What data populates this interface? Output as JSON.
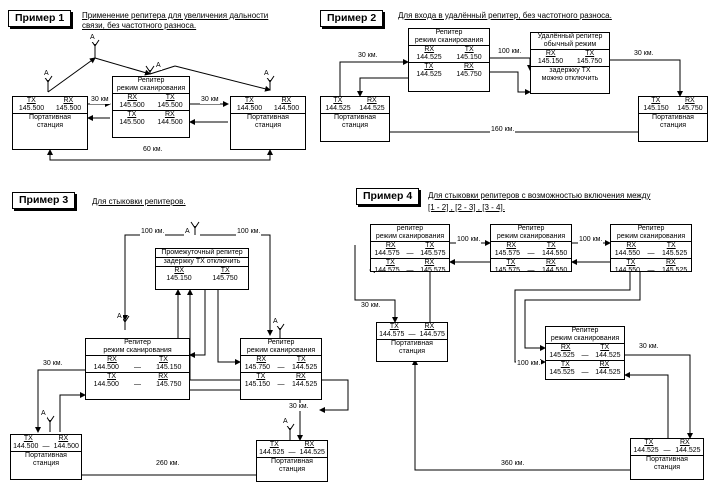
{
  "ex1": {
    "title": "Пример 1",
    "note_line1": "Применение репитера для увеличения дальности",
    "note_line2": "связи, без частотного разноса.",
    "left": {
      "tx": "TX",
      "rx": "RX",
      "tx_f": "145.500",
      "rx_f": "145.500",
      "l1": "Портативная",
      "l2": "станция"
    },
    "right": {
      "tx": "TX",
      "rx": "RX",
      "tx_f": "144.500",
      "rx_f": "144.500",
      "l1": "Портативная",
      "l2": "станция"
    },
    "rep": {
      "h1": "Репитер",
      "h2": "режим сканирования",
      "a1": "RX",
      "a2": "TX",
      "f1": "145.500",
      "f2": "145.500",
      "b1": "TX",
      "b2": "RX",
      "g1": "145.500",
      "g2": "144.500"
    },
    "d1": "30 км",
    "d2": "30 км",
    "d3": "60 км."
  },
  "ex2": {
    "title": "Пример 2",
    "note": "Для входа в удалённый репитер, без частотного разноса.",
    "rep": {
      "h1": "Репитер",
      "h2": "режим сканирования",
      "a1": "RX",
      "a2": "TX",
      "f1": "144.525",
      "f2": "145.150",
      "b1": "TX",
      "b2": "RX",
      "g1": "144.525",
      "g2": "145.750"
    },
    "far": {
      "h1": "Удалённый репитер",
      "h2": "обычный режим",
      "a1": "RX",
      "a2": "TX",
      "f1": "145.150",
      "f2": "145.750",
      "z1": "задержку  TX",
      "z2": "можно  отключить"
    },
    "left": {
      "tx": "TX",
      "rx": "RX",
      "tx_f": "144.525",
      "rx_f": "144.525",
      "l1": "Портативная",
      "l2": "станция"
    },
    "right": {
      "tx": "TX",
      "rx": "RX",
      "tx_f": "145.150",
      "rx_f": "145.750",
      "l1": "Портативная",
      "l2": "станция"
    },
    "d1": "30 км.",
    "d2": "100 км.",
    "d3": "30 км.",
    "d4": "160 км."
  },
  "ex3": {
    "title": "Пример 3",
    "note": "Для стыковки репитеров.",
    "mid": {
      "h1": "Промежуточный репитер",
      "h2": "задержку  TX  отключить",
      "a1": "RX",
      "a2": "TX",
      "f1": "145.150",
      "f2": "145.750"
    },
    "repL": {
      "h1": "Репитер",
      "h2": "режим сканирования",
      "a1": "RX",
      "a2": "TX",
      "f1": "144.500",
      "f2": "145.150",
      "b1": "TX",
      "b2": "RX",
      "g1": "144.500",
      "g2": "145.750"
    },
    "repR": {
      "h1": "Репитер",
      "h2": "режим сканирования",
      "a1": "RX",
      "a2": "TX",
      "f1": "145.750",
      "f2": "144.525",
      "b1": "TX",
      "b2": "RX",
      "g1": "145.150",
      "g2": "144.525"
    },
    "left": {
      "tx": "TX",
      "rx": "RX",
      "tx_f": "144.500",
      "rx_f": "144.500",
      "l1": "Портативная",
      "l2": "станция"
    },
    "right": {
      "tx": "TX",
      "rx": "RX",
      "tx_f": "144.525",
      "rx_f": "144.525",
      "l1": "Портативная",
      "l2": "станция"
    },
    "d1": "100 км.",
    "d2": "100 км.",
    "d3": "30 км.",
    "d4": "30 км.",
    "d5": "260 км."
  },
  "ex4": {
    "title": "Пример 4",
    "note_line1": "Для стыковки репитеров с возможностью включения между",
    "note_line2": "[1 - 2] , [2 - 3] , [3 - 4].",
    "r1": {
      "h1": "репитер",
      "h2": "режим сканирования",
      "a1": "RX",
      "a2": "TX",
      "f1": "144.575",
      "f2": "145.575",
      "b1": "TX",
      "b2": "RX",
      "g1": "144.575",
      "g2": "145.575"
    },
    "r2": {
      "h1": "Репитер",
      "h2": "режим сканирования",
      "a1": "RX",
      "a2": "TX",
      "f1": "145.575",
      "f2": "144.550",
      "b1": "TX",
      "b2": "RX",
      "g1": "145.575",
      "g2": "144.550"
    },
    "r3": {
      "h1": "Репитер",
      "h2": "режим сканирования",
      "a1": "RX",
      "a2": "TX",
      "f1": "144.550",
      "f2": "145.525",
      "b1": "TX",
      "b2": "RX",
      "g1": "144.550",
      "g2": "145.525"
    },
    "r4": {
      "h1": "Репитер",
      "h2": "режим сканирования",
      "a1": "RX",
      "a2": "TX",
      "f1": "145.525",
      "f2": "144.525",
      "b1": "TX",
      "b2": "RX",
      "g1": "145.525",
      "g2": "144.525"
    },
    "left": {
      "tx": "TX",
      "rx": "RX",
      "tx_f": "144.575",
      "rx_f": "144.575",
      "l1": "Портативная",
      "l2": "станция"
    },
    "right": {
      "tx": "TX",
      "rx": "RX",
      "tx_f": "144.525",
      "rx_f": "144.525",
      "l1": "Портативная",
      "l2": "станция"
    },
    "d1": "100 км.",
    "d2": "100 км.",
    "d3": "30 км.",
    "d4": "100 км.",
    "d5": "30 км.",
    "d6": "360 км."
  },
  "dash": "—",
  "ant": "A"
}
